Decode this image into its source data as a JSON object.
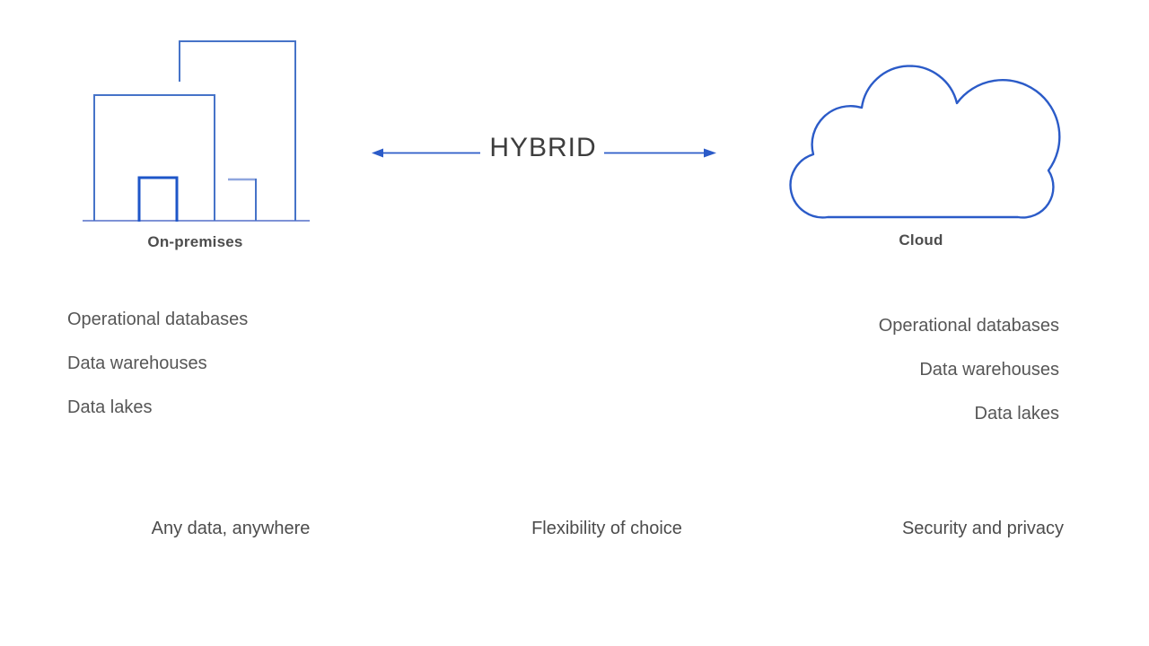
{
  "on_premises": {
    "label": "On-premises",
    "items": [
      "Operational databases",
      "Data warehouses",
      "Data lakes"
    ]
  },
  "cloud": {
    "label": "Cloud",
    "items": [
      "Operational databases",
      "Data warehouses",
      "Data lakes"
    ]
  },
  "hybrid": {
    "label": "HYBRID"
  },
  "benefits": [
    "Any data, anywhere",
    "Flexibility of choice",
    "Security and privacy"
  ],
  "colors": {
    "building_outline": "#4673c8",
    "door_accent": "#1e56c8",
    "door_light": "#8fa6de",
    "ground_line": "#7e92d6",
    "cloud_outline": "#2b5bc8",
    "arrow_blue": "#2b5bc8",
    "text_gray": "#565656",
    "caption_gray": "#4d4d4d",
    "hybrid_gray": "#3d3d3d"
  }
}
